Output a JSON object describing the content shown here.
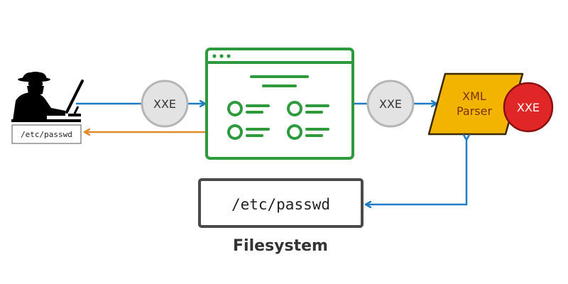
{
  "nodes": {
    "attacker_note": "/etc/passwd",
    "payload_in": "XXE",
    "payload_out": "XXE",
    "parser": {
      "line1": "XML",
      "line2": "Parser"
    },
    "parser_badge": "XXE",
    "file_box": "/etc/passwd",
    "file_caption": "Filesystem"
  },
  "colors": {
    "request_arrow": "#1f7bc4",
    "response_arrow": "#e08a2a",
    "app_green": "#2e9a3e",
    "parser_fill": "#f3b400",
    "parser_text": "#7a3300",
    "xxe_circle_fill": "#e3e3e3",
    "xxe_circle_border": "#b5b5b5",
    "xxe_badge_fill": "#e02626",
    "file_box_border": "#4a4a4a",
    "text_dark": "#333333"
  },
  "icons": {
    "attacker": "hacker-at-computer-icon",
    "web_app": "browser-form-icon"
  }
}
